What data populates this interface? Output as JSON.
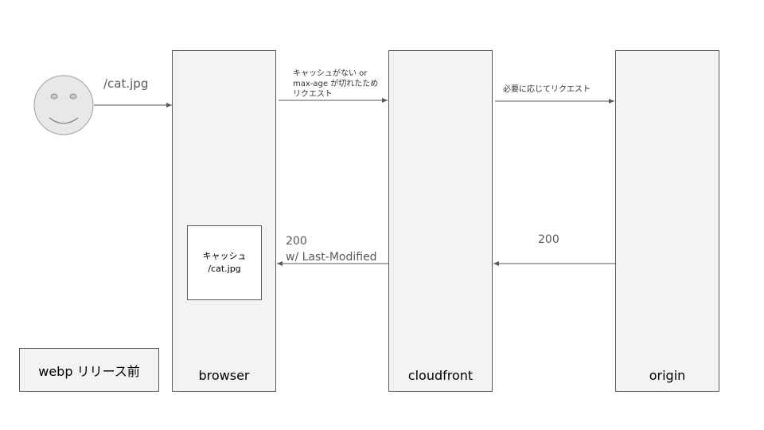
{
  "user": {
    "request_label": "/cat.jpg"
  },
  "browser": {
    "label": "browser",
    "cache": {
      "line1": "キャッシュ",
      "line2": "/cat.jpg"
    }
  },
  "cloudfront": {
    "label": "cloudfront"
  },
  "origin": {
    "label": "origin"
  },
  "arrows": {
    "browser_to_cloudfront": {
      "line1": "キャッシュがない or",
      "line2": "max-age が切れたため",
      "line3": "リクエスト"
    },
    "cloudfront_to_origin": "必要に応じてリクエスト",
    "cloudfront_to_browser": {
      "line1": "200",
      "line2": "w/ Last-Modified"
    },
    "origin_to_cloudfront": "200"
  },
  "note": "webp リリース前",
  "colors": {
    "box_fill": "#f3f3f3",
    "box_stroke": "#595959",
    "face_fill": "#e8e8e8",
    "arrow": "#595959"
  }
}
